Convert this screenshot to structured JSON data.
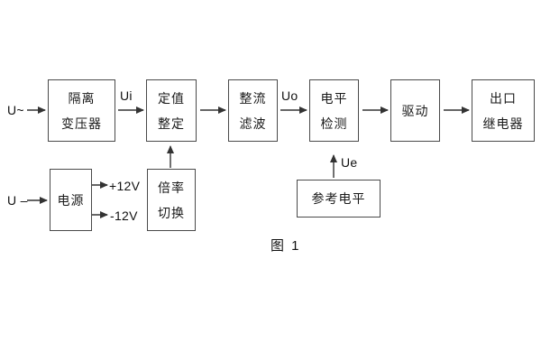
{
  "figure": {
    "caption": "图 1",
    "colors": {
      "background": "#ffffff",
      "line": "#333333",
      "box_border": "#4a4a4a",
      "text": "#1a1a1a"
    },
    "labels": {
      "u_ac": "U~",
      "u_dc": "U –",
      "ui": "Ui",
      "uo": "Uo",
      "ue": "Ue",
      "plus_12v": "+12V",
      "minus_12v": "-12V"
    },
    "blocks": {
      "isolation_transformer": {
        "line1": "隔离",
        "line2": "变压器"
      },
      "setting_adjustment": {
        "line1": "定值",
        "line2": "整定"
      },
      "rectifier_filter": {
        "line1": "整流",
        "line2": "滤波"
      },
      "level_detection": {
        "line1": "电平",
        "line2": "检测"
      },
      "drive": {
        "line1": "驱动"
      },
      "output_relay": {
        "line1": "出口",
        "line2": "继电器"
      },
      "power_supply": {
        "line1": "电源"
      },
      "ratio_switching": {
        "line1": "倍率",
        "line2": "切换"
      },
      "reference_level": {
        "line1": "参考电平"
      }
    }
  }
}
